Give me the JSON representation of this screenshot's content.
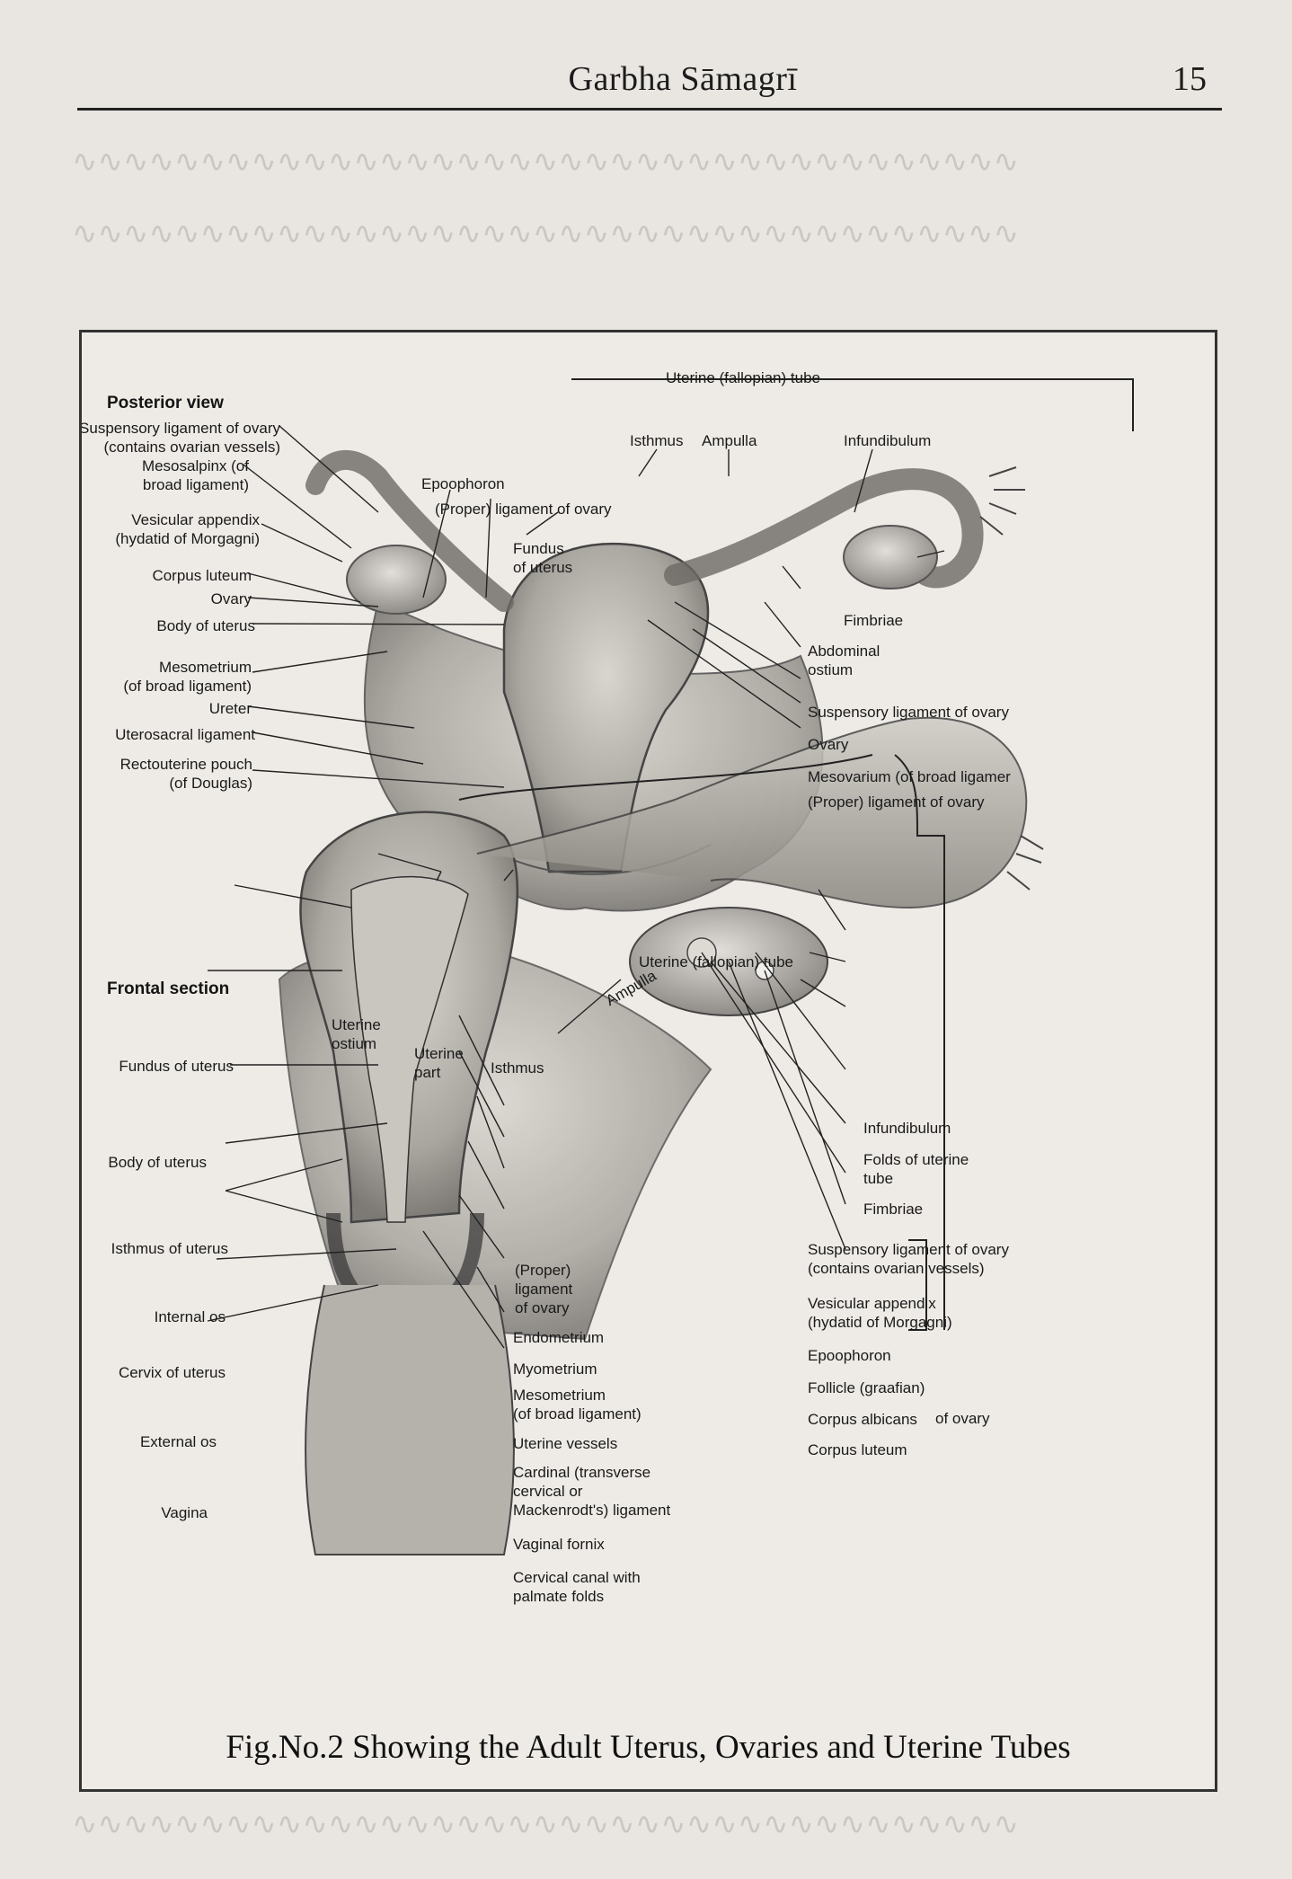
{
  "header": {
    "running_title": "Garbha Sāmagrī",
    "page_number": "15"
  },
  "figure": {
    "caption": "Fig.No.2 Showing the Adult Uterus, Ovaries and Uterine Tubes",
    "posterior": {
      "title": "Posterior view",
      "left_labels": [
        "Suspensory ligament of ovary\n(contains ovarian vessels)",
        "Mesosalpinx (of\nbroad ligament)",
        "Vesicular appendix\n(hydatid of Morgagni)",
        "Corpus luteum",
        "Ovary",
        "Body of uterus",
        "Mesometrium\n(of broad ligament)",
        "Ureter",
        "Uterosacral ligament",
        "Rectouterine pouch\n(of Douglas)"
      ],
      "top_labels": {
        "uterine_tube": "Uterine (fallopian) tube",
        "isthmus": "Isthmus",
        "ampulla": "Ampulla",
        "infundibulum": "Infundibulum",
        "epoophoron": "Epoophoron",
        "proper_ligament": "(Proper) ligament of ovary",
        "fundus": "Fundus\nof uterus"
      },
      "right_labels": [
        "Fimbriae",
        "Abdominal\nostium",
        "Suspensory ligament of ovary",
        "Ovary",
        "Mesovarium (of broad ligamer",
        "(Proper) ligament of ovary"
      ]
    },
    "frontal": {
      "title": "Frontal section",
      "left_labels": [
        "Fundus of uterus",
        "Body of uterus",
        "Isthmus of uterus",
        "Internal os",
        "Cervix of uterus",
        "External os",
        "Vagina"
      ],
      "top_labels": {
        "uterine_tube": "Uterine (fallopian) tube",
        "ampulla": "Ampulla",
        "uterine_ostium": "Uterine\nostium",
        "uterine_part": "Uterine\npart",
        "isthmus": "Isthmus"
      },
      "right_labels": [
        "Infundibulum",
        "Folds of uterine\ntube",
        "Fimbriae",
        "Suspensory ligament of ovary\n(contains ovarian vessels)",
        "Vesicular appendix\n(hydatid of Morgagni)",
        "Epoophoron",
        "Follicle (graafian)",
        "Corpus albicans",
        "Corpus luteum"
      ],
      "of_ovary": "of ovary",
      "center_labels": [
        "(Proper)\nligament\nof ovary",
        "Endometrium",
        "Myometrium",
        "Mesometrium\n(of broad ligament)",
        "Uterine vessels",
        "Cardinal (transverse\ncervical or\nMackenrodt's) ligament",
        "Vaginal fornix",
        "Cervical canal with\npalmate folds"
      ]
    }
  }
}
